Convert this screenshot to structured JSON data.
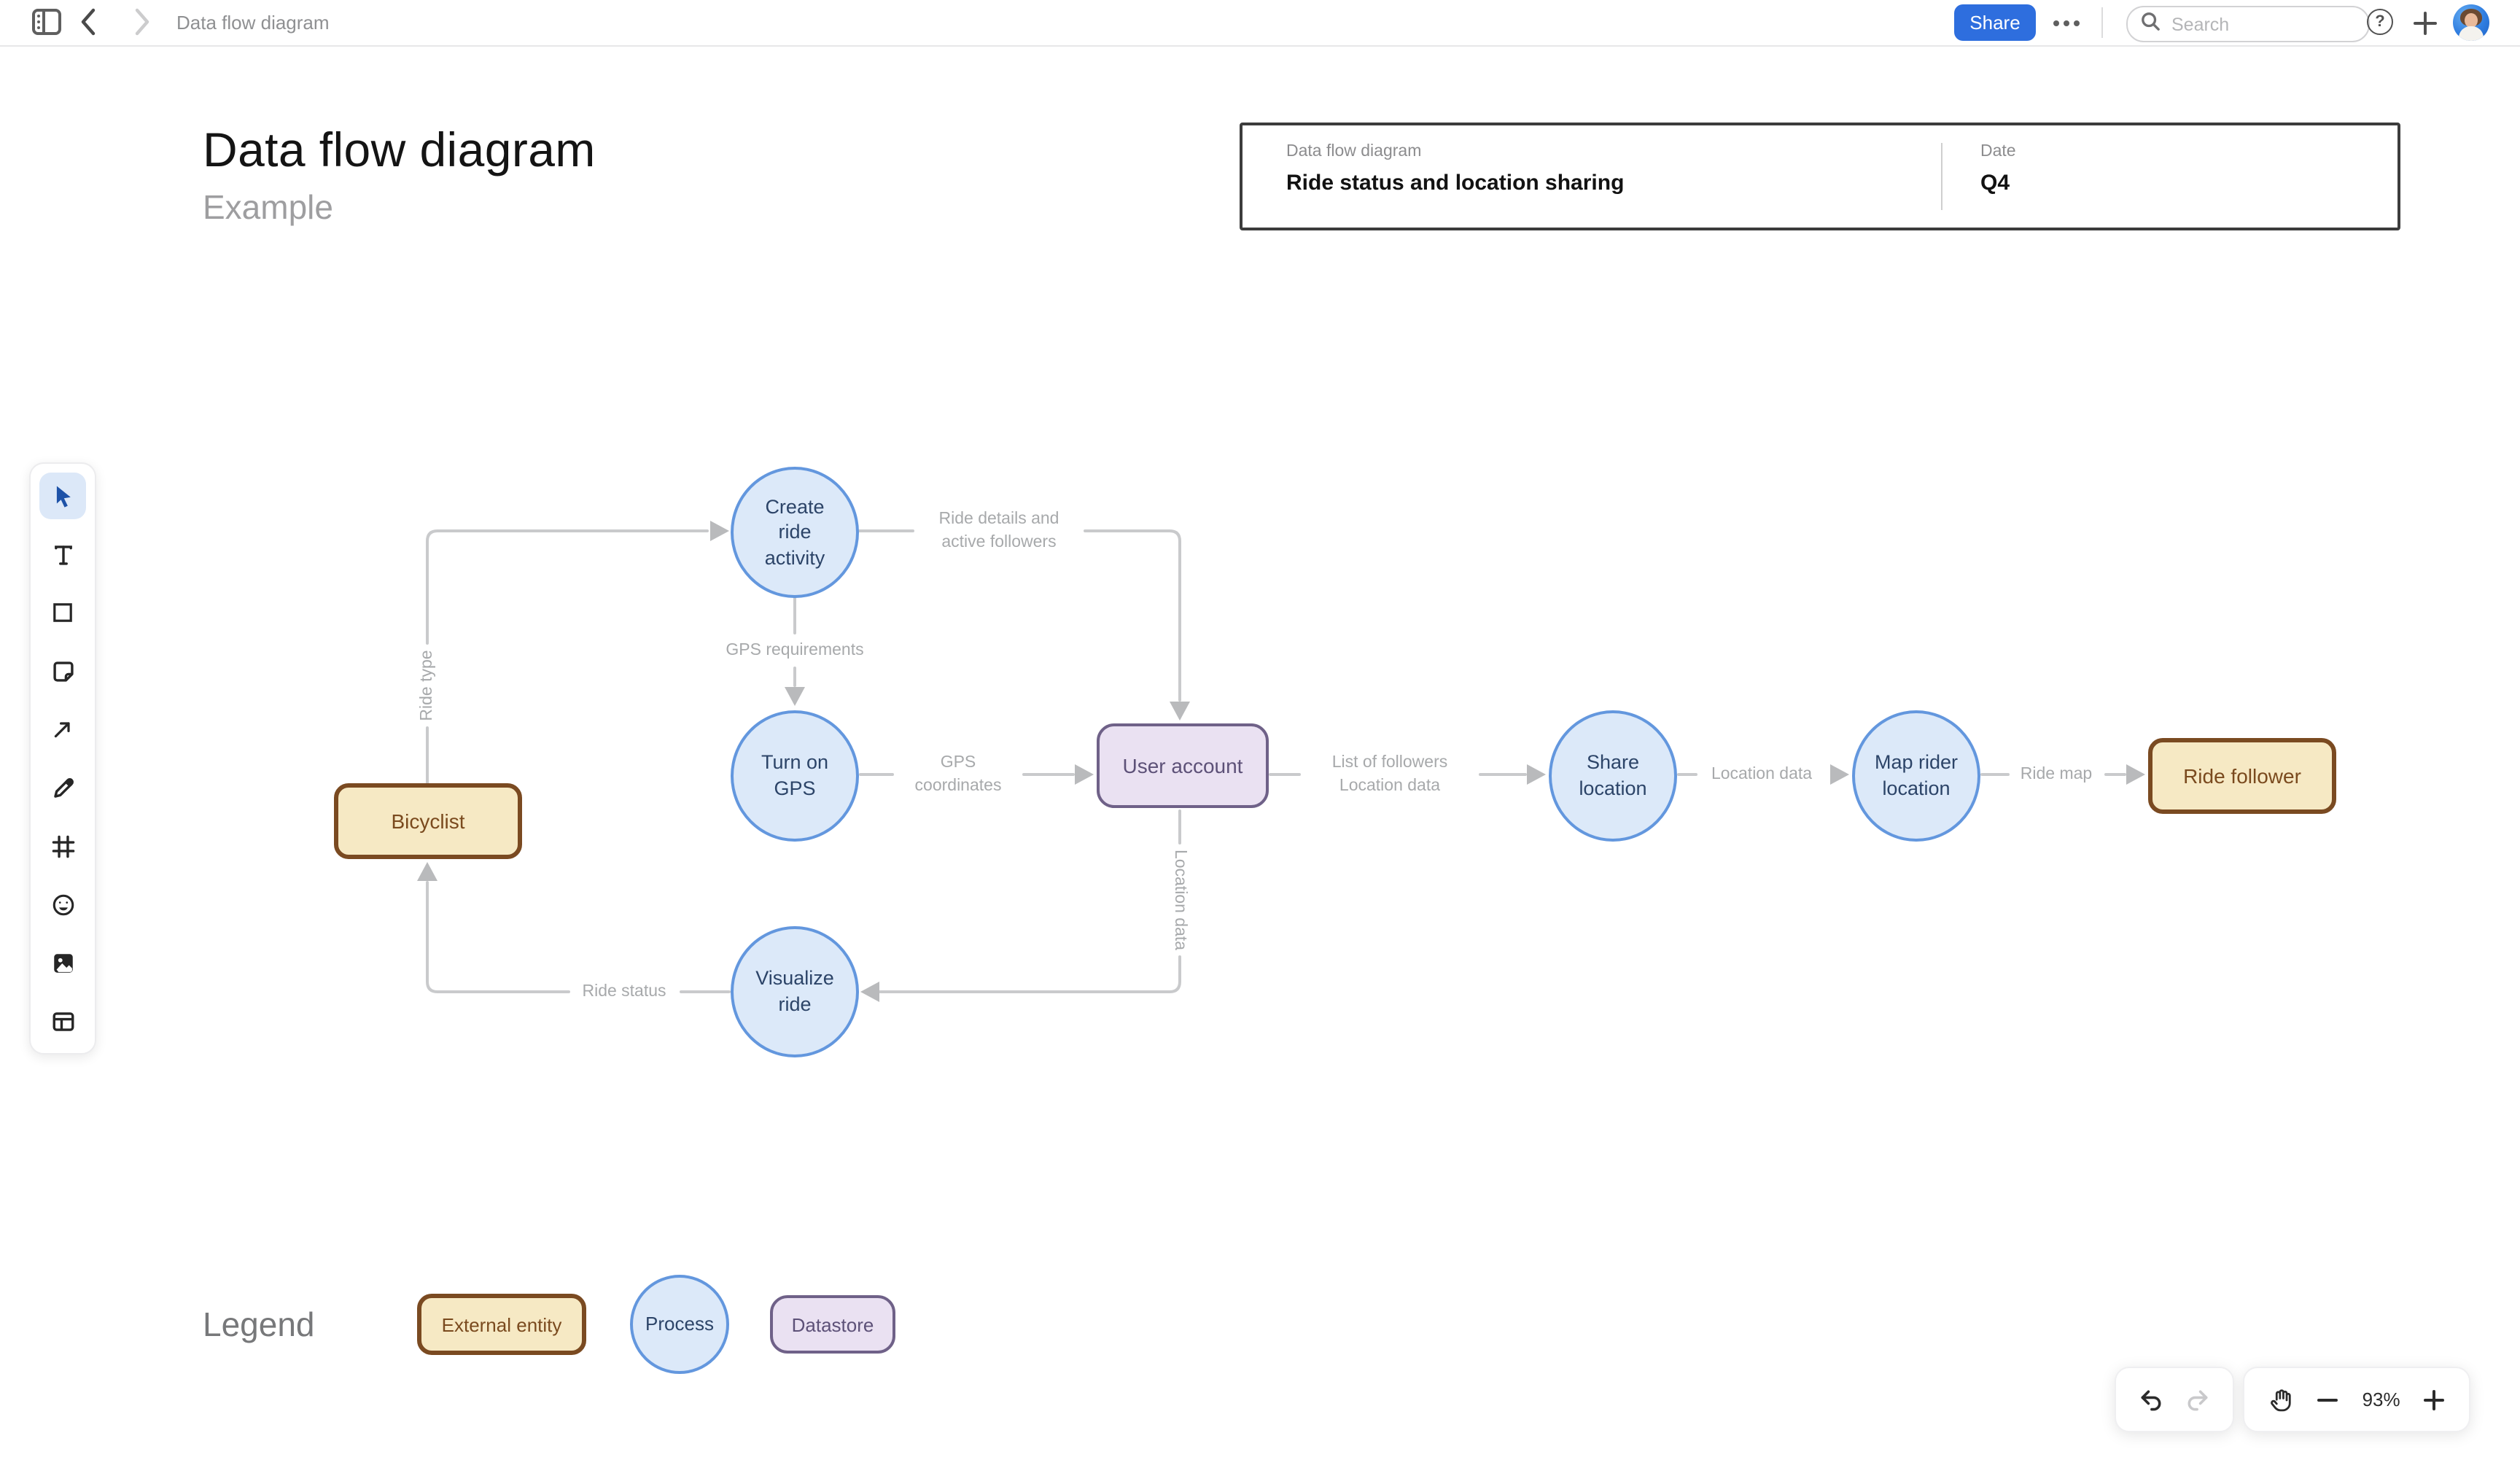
{
  "topbar": {
    "breadcrumb": "Data flow diagram",
    "share_label": "Share",
    "search_placeholder": "Search",
    "help_glyph": "?"
  },
  "doc": {
    "title": "Data flow diagram",
    "subtitle": "Example"
  },
  "info_box": {
    "left_label": "Data flow diagram",
    "left_value": "Ride status and location sharing",
    "right_label": "Date",
    "right_value": "Q4"
  },
  "diagram": {
    "nodes": {
      "bicyclist": {
        "label": "Bicyclist",
        "type": "external-entity"
      },
      "create_ride": {
        "lines": [
          "Create",
          "ride",
          "activity"
        ],
        "type": "process"
      },
      "turn_gps": {
        "lines": [
          "Turn on",
          "GPS"
        ],
        "type": "process"
      },
      "user_account": {
        "label": "User account",
        "type": "datastore"
      },
      "share_location": {
        "lines": [
          "Share",
          "location"
        ],
        "type": "process"
      },
      "map_rider": {
        "lines": [
          "Map rider",
          "location"
        ],
        "type": "process"
      },
      "ride_follower": {
        "label": "Ride follower",
        "type": "external-entity"
      },
      "visualize_ride": {
        "lines": [
          "Visualize",
          "ride"
        ],
        "type": "process"
      }
    },
    "edge_labels": {
      "ride_type": "Ride type",
      "gps_requirements": "GPS requirements",
      "ride_details_1": "Ride details and",
      "ride_details_2": "active followers",
      "gps_coordinates_1": "GPS",
      "gps_coordinates_2": "coordinates",
      "list_followers_1": "List of followers",
      "list_followers_2": "Location data",
      "location_data": "Location data",
      "ride_map": "Ride map",
      "location_data_vertical": "Location data",
      "ride_status": "Ride status"
    }
  },
  "legend": {
    "title": "Legend",
    "external_label": "External entity",
    "process_label": "Process",
    "datastore_label": "Datastore"
  },
  "controls": {
    "zoom_level": "93%"
  },
  "colors": {
    "accent_blue": "#2e6ede",
    "process_fill": "#dce9f9",
    "process_border": "#6397de",
    "external_fill": "#f6e9c4",
    "external_border": "#7a4a21",
    "datastore_fill": "#eae1f2",
    "datastore_border": "#6f6188",
    "edge_line": "#c9cacc",
    "edge_label_text": "#a7a9ab"
  }
}
